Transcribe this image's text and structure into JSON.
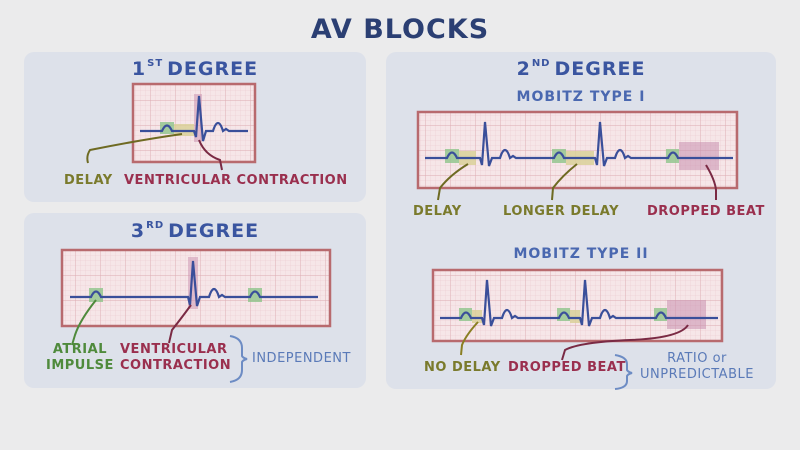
{
  "title": "AV BLOCKS",
  "colors": {
    "background": "#ebebec",
    "panel": "#dde1ea",
    "title": "#2b3f73",
    "heading": "#3a55a0",
    "ecg_trace": "#3a4f9a",
    "grid_border": "#b86a6e",
    "grid_fill": "#f6e6e8",
    "atrial_highlight": "#8fc48a",
    "delay_highlight": "#d8cf94",
    "dropped_highlight": "#c98fae",
    "olive_label": "#7a7a2c",
    "green_label": "#4f8a3c",
    "maroon_label": "#9a2f4e",
    "blue_label": "#5a7ab8"
  },
  "panels": {
    "first_degree": {
      "heading_num": "1",
      "heading_sup": "ST",
      "heading_text": "DEGREE",
      "labels": {
        "delay": "DELAY",
        "ventricular": "VENTRICULAR CONTRACTION"
      }
    },
    "third_degree": {
      "heading_num": "3",
      "heading_sup": "RD",
      "heading_text": "DEGREE",
      "labels": {
        "atrial_1": "ATRIAL",
        "atrial_2": "IMPULSE",
        "ventricular_1": "VENTRICULAR",
        "ventricular_2": "CONTRACTION",
        "independent": "INDEPENDENT"
      }
    },
    "second_degree": {
      "heading_num": "2",
      "heading_sup": "ND",
      "heading_text": "DEGREE",
      "mobitz1": {
        "title": "MOBITZ TYPE I",
        "labels": {
          "delay": "DELAY",
          "longer_delay": "LONGER DELAY",
          "dropped": "DROPPED BEAT"
        }
      },
      "mobitz2": {
        "title": "MOBITZ TYPE II",
        "labels": {
          "no_delay": "NO DELAY",
          "dropped": "DROPPED BEAT",
          "ratio_1": "RATIO or",
          "ratio_2": "UNPREDICTABLE"
        }
      }
    }
  }
}
